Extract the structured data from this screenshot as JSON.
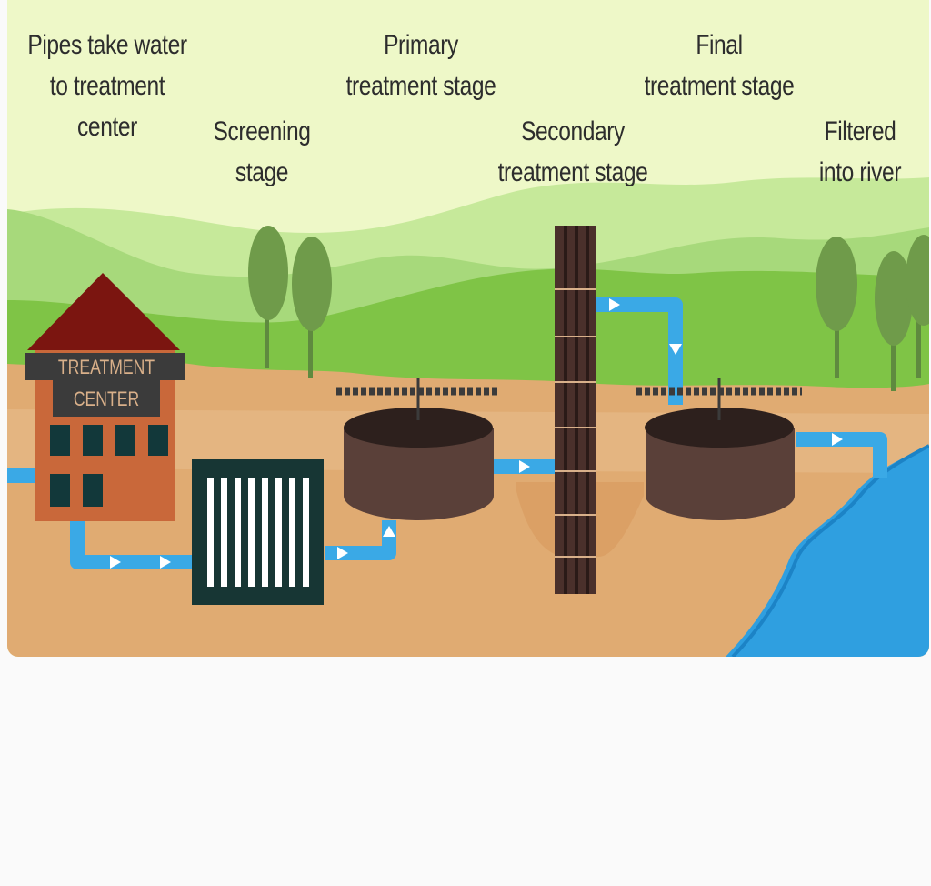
{
  "labels": {
    "pipes": [
      "Pipes take water",
      "to treatment",
      "center"
    ],
    "screening": [
      "Screening",
      "stage"
    ],
    "primary": [
      "Primary",
      "treatment stage"
    ],
    "secondary": [
      "Secondary",
      "treatment stage"
    ],
    "final": [
      "Final",
      "treatment stage"
    ],
    "filtered": [
      "Filtered",
      "into river"
    ]
  },
  "building_sign": [
    "TREATMENT",
    "CENTER"
  ],
  "colors": {
    "sky": "#eef8c8",
    "hill_far": "#b9e38a",
    "hill_mid": "#a3d677",
    "hill_near": "#7bc143",
    "ground": "#dfab74",
    "water": "#3aa9e6",
    "tank": "#5a4039",
    "tree": "#6e9a4a",
    "roof": "#7b1510",
    "wall": "#c9683a"
  }
}
